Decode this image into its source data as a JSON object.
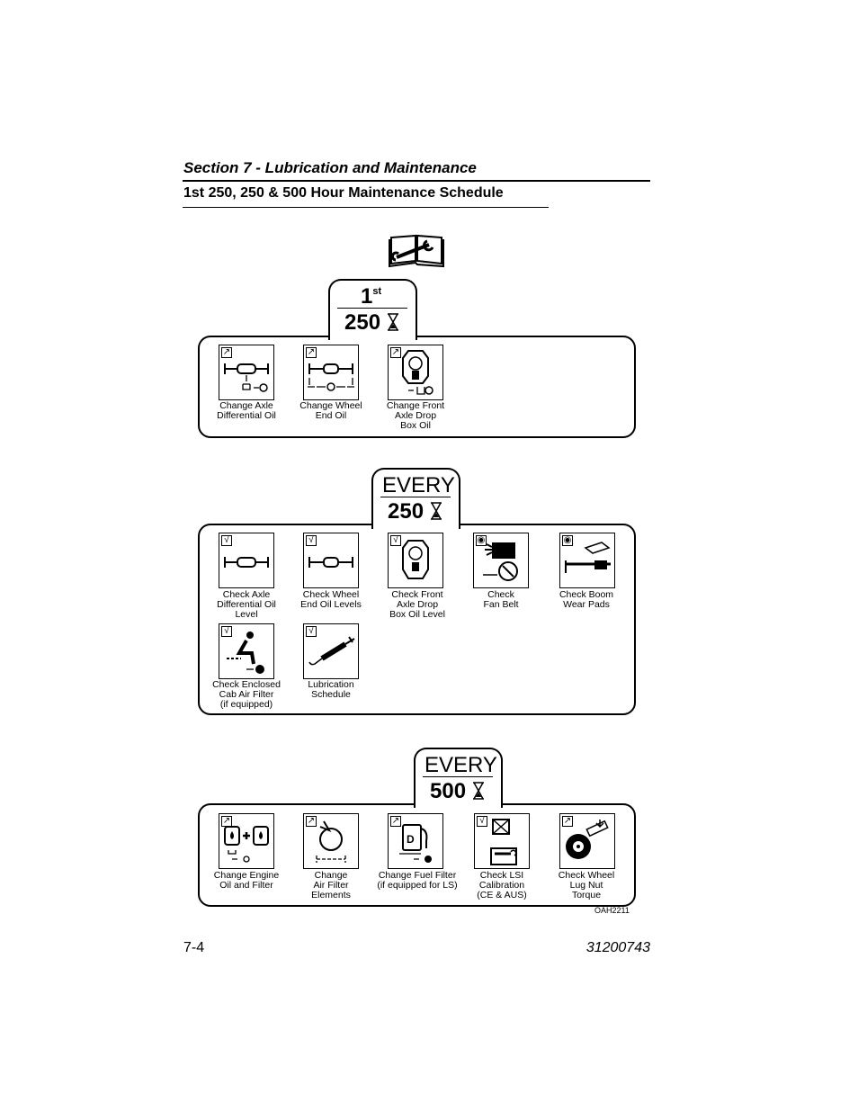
{
  "header": {
    "section_title": "Section 7 - Lubrication and Maintenance",
    "page_heading": "1st 250, 250 & 500 Hour Maintenance Schedule"
  },
  "manual_icon": "manual-wrench-icon",
  "first_250": {
    "tab_number": "1",
    "tab_superscript": "st",
    "tab_hours": "250",
    "items": [
      {
        "label_lines": [
          "Change Axle",
          "Differential Oil"
        ],
        "icon": "axle-differential-oil-icon",
        "badge": "change"
      },
      {
        "label_lines": [
          "Change Wheel",
          "End Oil"
        ],
        "icon": "wheel-end-oil-icon",
        "badge": "change"
      },
      {
        "label_lines": [
          "Change Front",
          "Axle Drop",
          "Box Oil"
        ],
        "icon": "axle-drop-box-icon",
        "badge": "change"
      }
    ]
  },
  "every_250": {
    "tab_label": "EVERY",
    "tab_hours": "250",
    "items": [
      {
        "label_lines": [
          "Check Axle",
          "Differential Oil",
          "Level"
        ],
        "icon": "axle-differential-oil-icon",
        "badge": "check"
      },
      {
        "label_lines": [
          "Check Wheel",
          "End Oil Levels"
        ],
        "icon": "wheel-end-oil-icon",
        "badge": "check"
      },
      {
        "label_lines": [
          "Check Front",
          "Axle Drop",
          "Box Oil Level"
        ],
        "icon": "axle-drop-box-icon",
        "badge": "check"
      },
      {
        "label_lines": [
          "Check",
          "Fan Belt"
        ],
        "icon": "fan-belt-icon",
        "badge": "inspect"
      },
      {
        "label_lines": [
          "Check Boom",
          "Wear Pads"
        ],
        "icon": "boom-wear-pads-icon",
        "badge": "inspect"
      },
      {
        "label_lines": [
          "Check Enclosed",
          "Cab Air Filter",
          "(if equipped)"
        ],
        "icon": "cab-air-filter-icon",
        "badge": "check"
      },
      {
        "label_lines": [
          "Lubrication",
          "Schedule"
        ],
        "icon": "grease-gun-icon",
        "badge": "check"
      }
    ]
  },
  "every_500": {
    "tab_label": "EVERY",
    "tab_hours": "500",
    "items": [
      {
        "label_lines": [
          "Change Engine",
          "Oil and Filter"
        ],
        "icon": "engine-oil-filter-icon",
        "badge": "change"
      },
      {
        "label_lines": [
          "Change",
          "Air Filter",
          "Elements"
        ],
        "icon": "air-filter-icon",
        "badge": "change"
      },
      {
        "label_lines": [
          "Change Fuel Filter",
          "(if equipped for LS)"
        ],
        "icon": "fuel-filter-icon",
        "badge": "change"
      },
      {
        "label_lines": [
          "Check LSI",
          "Calibration",
          "(CE & AUS)"
        ],
        "icon": "lsi-calibration-icon",
        "badge": "check"
      },
      {
        "label_lines": [
          "Check Wheel",
          "Lug Nut",
          "Torque"
        ],
        "icon": "wheel-lug-nut-torque-icon",
        "badge": "change"
      }
    ]
  },
  "figure_id": "OAH2211",
  "footer": {
    "page_number": "7-4",
    "document_number": "31200743"
  }
}
